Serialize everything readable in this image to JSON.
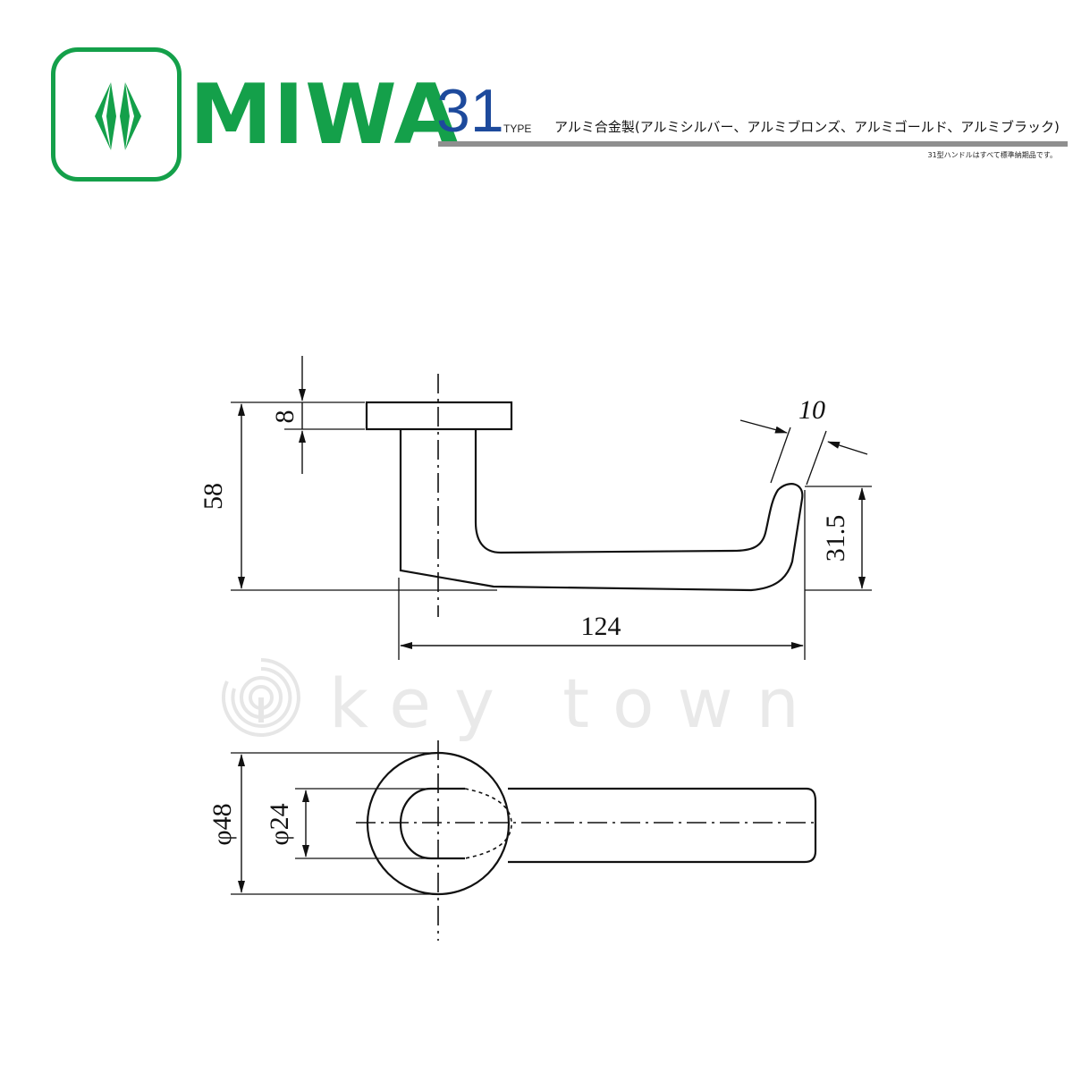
{
  "brand": {
    "name": "MIWA",
    "colors": {
      "green": "#14a04a",
      "blue": "#1d4a9c"
    }
  },
  "header": {
    "model_number": "31",
    "model_suffix": "TYPE",
    "material": "アルミ合金製(アルミシルバー、アルミブロンズ、アルミゴールド、アルミブラック)",
    "note": "31型ハンドルはすべて標準納期品です。"
  },
  "dimensions": {
    "rose_thickness": "8",
    "total_height": "58",
    "grip_width": "10",
    "grip_height": "31.5",
    "length": "124",
    "rose_diameter": "φ48",
    "inner_diameter": "φ24"
  },
  "watermark": {
    "text": "key town",
    "icon": "keytown-logo-icon"
  }
}
